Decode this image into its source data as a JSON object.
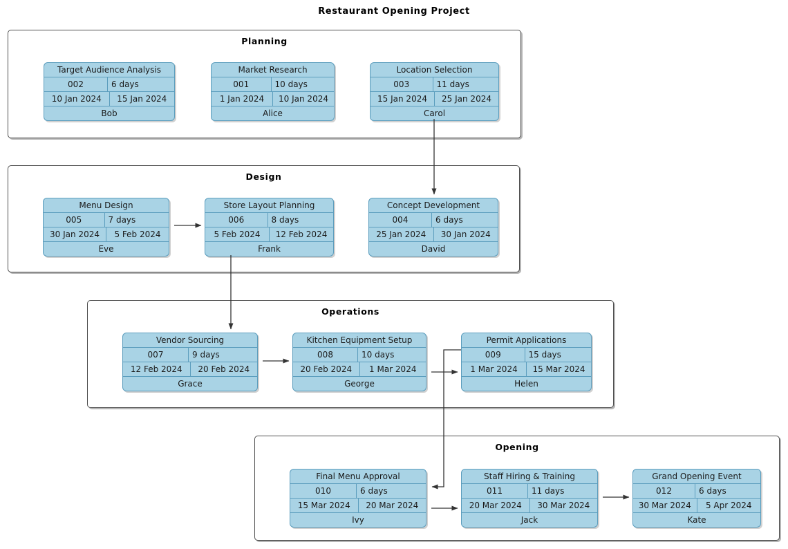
{
  "title": "Restaurant Opening Project",
  "groups": [
    {
      "id": "planning",
      "label": "Planning",
      "tasks": [
        {
          "name": "Target Audience Analysis",
          "id_code": "002",
          "duration": "6 days",
          "start": "10 Jan 2024",
          "end": "15 Jan 2024",
          "owner": "Bob"
        },
        {
          "name": "Market Research",
          "id_code": "001",
          "duration": "10 days",
          "start": "1 Jan 2024",
          "end": "10 Jan 2024",
          "owner": "Alice"
        },
        {
          "name": "Location Selection",
          "id_code": "003",
          "duration": "11 days",
          "start": "15 Jan 2024",
          "end": "25 Jan 2024",
          "owner": "Carol"
        }
      ]
    },
    {
      "id": "design",
      "label": "Design",
      "tasks": [
        {
          "name": "Menu Design",
          "id_code": "005",
          "duration": "7 days",
          "start": "30 Jan 2024",
          "end": "5 Feb 2024",
          "owner": "Eve"
        },
        {
          "name": "Store Layout Planning",
          "id_code": "006",
          "duration": "8 days",
          "start": "5 Feb 2024",
          "end": "12 Feb 2024",
          "owner": "Frank"
        },
        {
          "name": "Concept Development",
          "id_code": "004",
          "duration": "6 days",
          "start": "25 Jan 2024",
          "end": "30 Jan 2024",
          "owner": "David"
        }
      ]
    },
    {
      "id": "operations",
      "label": "Operations",
      "tasks": [
        {
          "name": "Vendor Sourcing",
          "id_code": "007",
          "duration": "9 days",
          "start": "12 Feb 2024",
          "end": "20 Feb 2024",
          "owner": "Grace"
        },
        {
          "name": "Kitchen Equipment Setup",
          "id_code": "008",
          "duration": "10 days",
          "start": "20 Feb 2024",
          "end": "1 Mar 2024",
          "owner": "George"
        },
        {
          "name": "Permit Applications",
          "id_code": "009",
          "duration": "15 days",
          "start": "1 Mar 2024",
          "end": "15 Mar 2024",
          "owner": "Helen"
        }
      ]
    },
    {
      "id": "opening",
      "label": "Opening",
      "tasks": [
        {
          "name": "Final Menu Approval",
          "id_code": "010",
          "duration": "6 days",
          "start": "15 Mar 2024",
          "end": "20 Mar 2024",
          "owner": "Ivy"
        },
        {
          "name": "Staff Hiring & Training",
          "id_code": "011",
          "duration": "11 days",
          "start": "20 Mar 2024",
          "end": "30 Mar 2024",
          "owner": "Jack"
        },
        {
          "name": "Grand Opening Event",
          "id_code": "012",
          "duration": "6 days",
          "start": "30 Mar 2024",
          "end": "5 Apr 2024",
          "owner": "Kate"
        }
      ]
    }
  ],
  "colors": {
    "task_fill": "#a9d3e5",
    "task_border": "#5b9dbd",
    "group_border": "#4d4d4d",
    "connector": "#333333",
    "background": "#ffffff"
  },
  "connectors": [
    {
      "from": "Location Selection",
      "to": "Concept Development",
      "type": "vertical-down"
    },
    {
      "from": "Menu Design",
      "to": "Store Layout Planning",
      "type": "horizontal-right"
    },
    {
      "from": "Store Layout Planning",
      "to": "Vendor Sourcing",
      "type": "vertical-down"
    },
    {
      "from": "Vendor Sourcing",
      "to": "Kitchen Equipment Setup",
      "type": "horizontal-right"
    },
    {
      "from": "Kitchen Equipment Setup",
      "to": "Permit Applications",
      "type": "horizontal-right"
    },
    {
      "from": "Permit Applications",
      "to": "Final Menu Approval",
      "type": "elbow-down-left"
    },
    {
      "from": "Final Menu Approval",
      "to": "Staff Hiring & Training",
      "type": "horizontal-right"
    },
    {
      "from": "Staff Hiring & Training",
      "to": "Grand Opening Event",
      "type": "horizontal-right"
    }
  ]
}
